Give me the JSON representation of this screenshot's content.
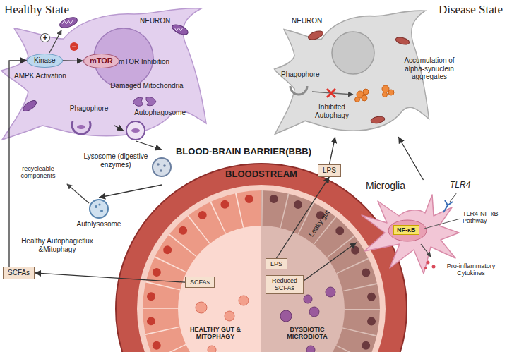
{
  "diagram": {
    "nodes": [
      {
        "text": [
          "NEURON"
        ]
      },
      {
        "text": [
          "Kinase"
        ],
        "in": 0
      },
      {
        "text": [
          "mTOR"
        ],
        "in": 0
      },
      {
        "text": [
          "Damaged Mitochondria"
        ],
        "in": 0
      },
      {
        "text": [
          "Phagophore"
        ],
        "in": 0
      },
      {
        "text": [
          "Autophagosome"
        ],
        "in": 0
      },
      {
        "text": [
          "Lysosome (digestive enzymes)"
        ]
      },
      {
        "text": [
          "Autolysosome"
        ]
      },
      {
        "text": [
          "SCFAs"
        ]
      },
      {
        "text": [
          "NEURON"
        ]
      },
      {
        "text": [
          "LPS"
        ]
      },
      {
        "text": [
          "Microglia",
          "TLR4",
          "TLR4-NF-κB Pathway",
          "Pro-inflammatory Cytokines"
        ]
      },
      {
        "text": [
          "NF-κB"
        ],
        "in": 11
      },
      {
        "text": [
          "SCFAs"
        ]
      },
      {
        "text": [
          "LPS"
        ]
      },
      {
        "text": [
          "Reduced SCFAs"
        ]
      }
    ],
    "edges": [
      {
        "from": 1,
        "to": 2,
        "arrow": "to"
      },
      {
        "from": 4,
        "to": 5,
        "arrow": "to"
      },
      {
        "from": 5,
        "to": 6,
        "arrow": "to"
      },
      {
        "from": 6,
        "to": 7,
        "arrow": "to"
      },
      {
        "from": 13,
        "to": 8,
        "arrow": "to"
      },
      {
        "from": 8,
        "to": 1,
        "arrow": "to"
      },
      {
        "from": 14,
        "to": 10,
        "arrow": "to"
      },
      {
        "from": 10,
        "to": 9,
        "arrow": "to"
      },
      {
        "from": 15,
        "to": 11,
        "arrow": "to"
      },
      {
        "from": 11,
        "to": 9,
        "arrow": "to"
      }
    ],
    "labels": [
      "Healthy State",
      "Disease State",
      "+",
      "−",
      "AMPK Activation",
      "mTOR Inhibition",
      "recycleable components",
      "Healthy Autophagicflux &Mitophagy",
      "BLOOD-BRAIN BARRIER(BBB)",
      "BLOODSTREAM",
      "Leaky gut",
      "HEALTHY GUT & MITOPHAGY",
      "DYSBIOTIC MICROBIOTA",
      "Phagophore",
      "Inhibited Autophagy",
      "Accumulation of alpha-synuclein aggregates"
    ]
  }
}
